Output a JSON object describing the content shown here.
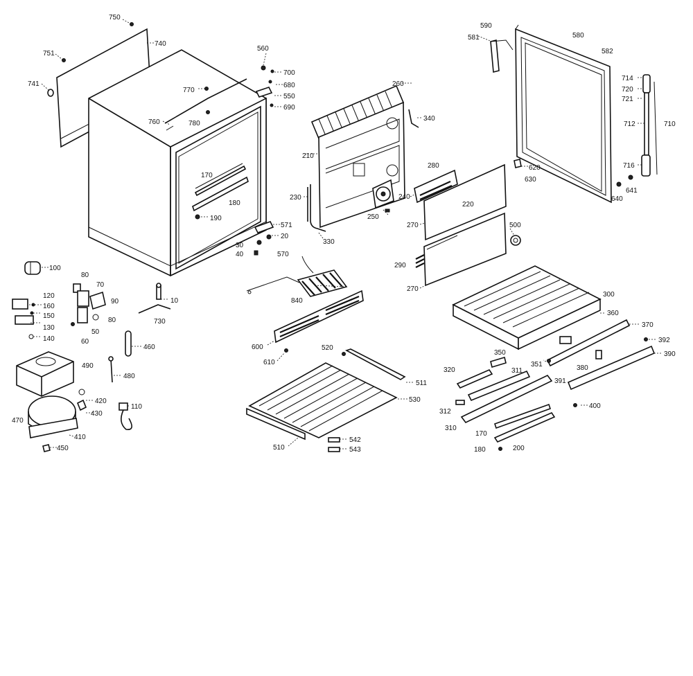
{
  "labels": {
    "750": "750",
    "740": "740",
    "751": "751",
    "741": "741",
    "760": "760",
    "780": "780",
    "770": "770",
    "560": "560",
    "700": "700",
    "680": "680",
    "550": "550",
    "690": "690",
    "170": "170",
    "180": "180",
    "190": "190",
    "571": "571",
    "20": "20",
    "30": "30",
    "40": "40",
    "570": "570",
    "10": "10",
    "260": "260",
    "340": "340",
    "210": "210",
    "230": "230",
    "250": "250",
    "330": "330",
    "280": "280",
    "240": "240",
    "220": "220",
    "270": "270",
    "290": "290",
    "500": "500",
    "590": "590",
    "581": "581",
    "580": "580",
    "582": "582",
    "714": "714",
    "720": "720",
    "721": "721",
    "712": "712",
    "710": "710",
    "716": "716",
    "641": "641",
    "640": "640",
    "620": "620",
    "630": "630",
    "100": "100",
    "80": "80",
    "70": "70",
    "90": "90",
    "60": "60",
    "50": "50",
    "120": "120",
    "160": "160",
    "150": "150",
    "130": "130",
    "140": "140",
    "730": "730",
    "840": "840",
    "460": "460",
    "490": "490",
    "480": "480",
    "420": "420",
    "430": "430",
    "110": "110",
    "470": "470",
    "410": "410",
    "450": "450",
    "600": "600",
    "610": "610",
    "520": "520",
    "511": "511",
    "530": "530",
    "510": "510",
    "542": "542",
    "543": "543",
    "300": "300",
    "360": "360",
    "370": "370",
    "392": "392",
    "390": "390",
    "350": "350",
    "351": "351",
    "320": "320",
    "311": "311",
    "380": "380",
    "391": "391",
    "400": "400",
    "312": "312",
    "310": "310",
    "200": "200"
  }
}
